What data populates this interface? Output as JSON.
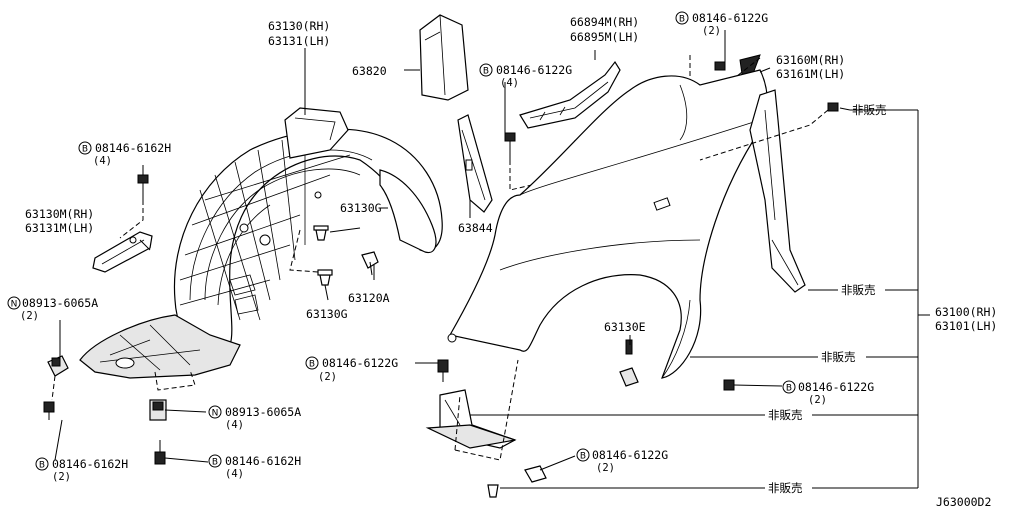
{
  "labels": {
    "l63130_rh": "63130(RH)",
    "l63131_lh": "63131(LH)",
    "l63820": "63820",
    "l66894m_rh": "66894M(RH)",
    "l66895m_lh": "66895M(LH)",
    "l08146_6122g_top_code": "08146-6122G",
    "l08146_6122g_top_qty": "(2)",
    "l63160m_rh": "63160M(RH)",
    "l63161m_lh": "63161M(LH)",
    "l08146_6122g_mid_code": "08146-6122G",
    "l08146_6122g_mid_qty": "(4)",
    "l08146_6162h_top_code": "08146-6162H",
    "l08146_6162h_top_qty": "(4)",
    "l63130m_rh": "63130M(RH)",
    "l63131m_lh": "63131M(LH)",
    "l63130g_a": "63130G",
    "l63844": "63844",
    "l63120a": "63120A",
    "l63130g_b": "63130G",
    "l08913_6065a_left_code": "08913-6065A",
    "l08913_6065a_left_qty": "(2)",
    "l63130e": "63130E",
    "l08146_6122g_low_code": "08146-6122G",
    "l08146_6122g_low_qty": "(2)",
    "l08913_6065a_mid_code": "08913-6065A",
    "l08913_6065a_mid_qty": "(4)",
    "l08146_6162h_bot_left_code": "08146-6162H",
    "l08146_6162h_bot_left_qty": "(2)",
    "l08146_6162h_bot_mid_code": "08146-6162H",
    "l08146_6162h_bot_mid_qty": "(4)",
    "l08146_6122g_right_code": "08146-6122G",
    "l08146_6122g_right_qty": "(2)",
    "l08146_6122g_bot_code": "08146-6122G",
    "l08146_6122g_bot_qty": "(2)",
    "l63100_rh": "63100(RH)",
    "l63101_lh": "63101(LH)",
    "not_for_sale_1": "非販売",
    "not_for_sale_2": "非販売",
    "not_for_sale_3": "非販売",
    "not_for_sale_4": "非販売",
    "not_for_sale_5": "非販売",
    "diagram_code": "J63000D2"
  },
  "symbols": {
    "bolt_prefix": "B",
    "nut_prefix": "N"
  }
}
